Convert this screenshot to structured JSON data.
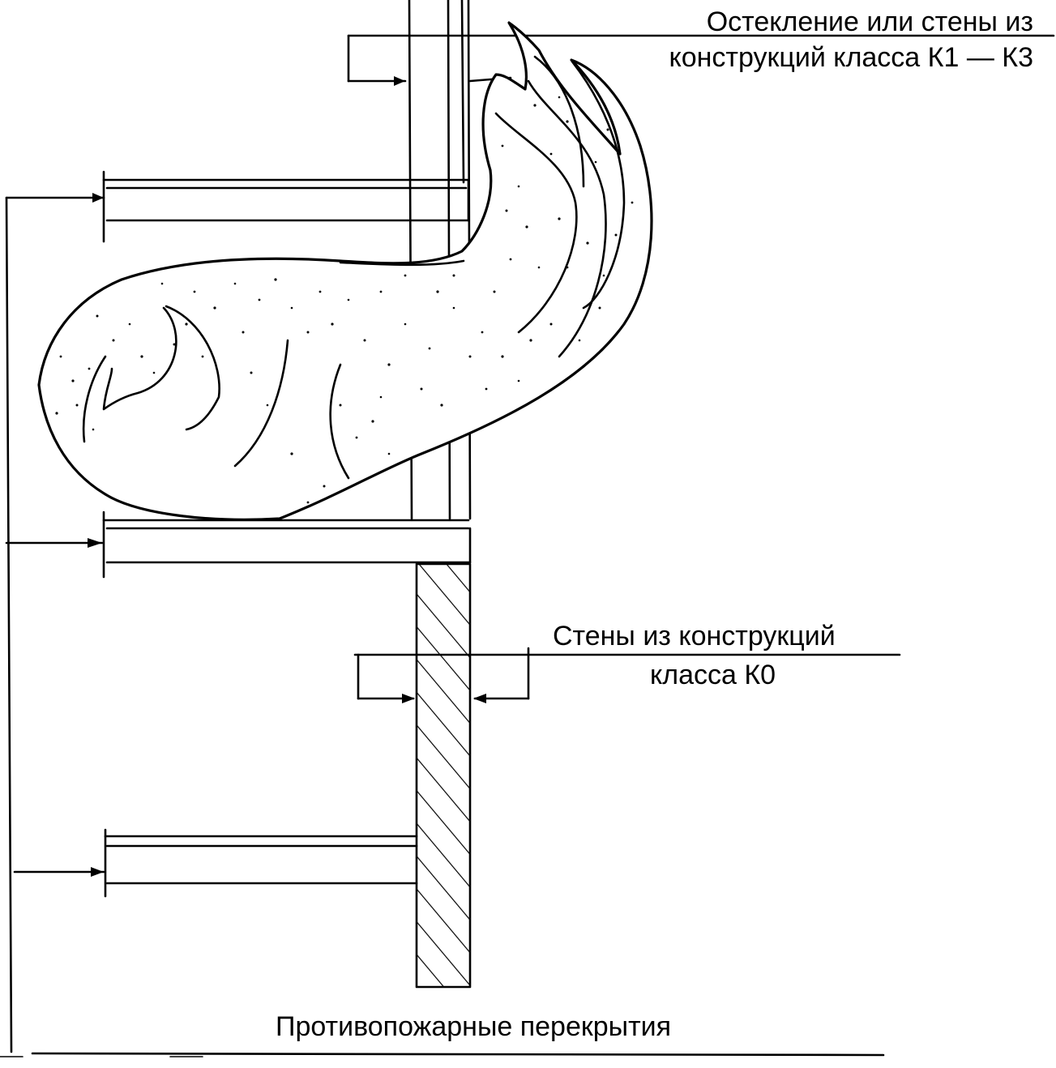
{
  "labels": {
    "upper_line1": "Остекление или стены из",
    "upper_line2": "конструкций класса К1 — К3",
    "lower_line1": "Стены из конструкций",
    "lower_line2": "класса К0",
    "bottom": "Противопожарные перекрытия"
  },
  "colors": {
    "ink": "#000000",
    "paper": "#ffffff"
  }
}
